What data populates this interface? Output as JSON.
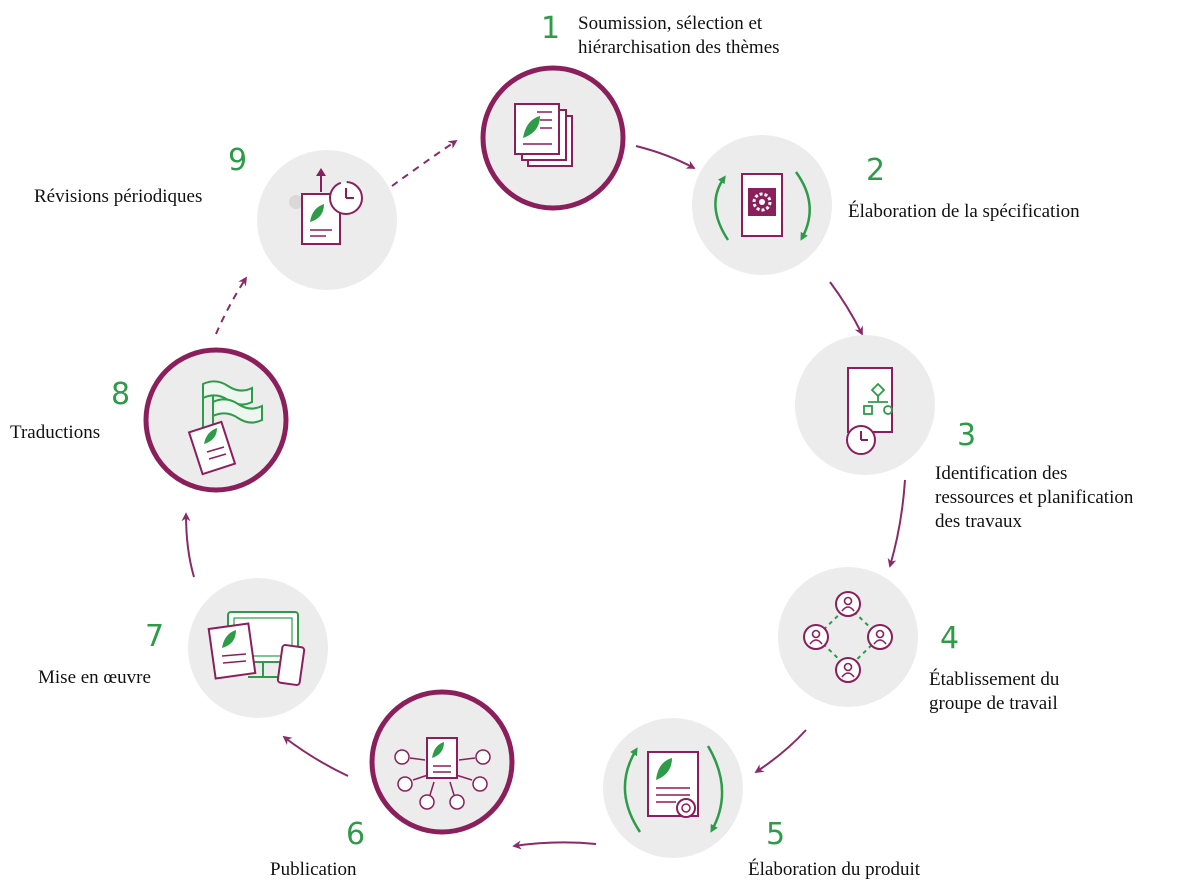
{
  "colors": {
    "accent": "#2e9b48",
    "brand": "#8a1f5c",
    "arrow": "#8a2a68",
    "circle_fill": "#ececec"
  },
  "steps": [
    {
      "number": "1",
      "label_lines": [
        "Soumission, sélection et",
        "hiérarchisation des thèmes"
      ],
      "icon": "stacked-documents-leaf-icon",
      "highlighted": true
    },
    {
      "number": "2",
      "label_lines": [
        "Élaboration de la spécification"
      ],
      "icon": "document-gear-cycle-icon",
      "highlighted": false
    },
    {
      "number": "3",
      "label_lines": [
        "Identification des",
        "ressources et planification",
        "des travaux"
      ],
      "icon": "document-flowchart-clock-icon",
      "highlighted": false
    },
    {
      "number": "4",
      "label_lines": [
        "Établissement du",
        "groupe de travail"
      ],
      "icon": "four-people-network-icon",
      "highlighted": false
    },
    {
      "number": "5",
      "label_lines": [
        "Élaboration du produit"
      ],
      "icon": "certificate-document-cycle-icon",
      "highlighted": false
    },
    {
      "number": "6",
      "label_lines": [
        "Publication"
      ],
      "icon": "document-distribution-people-icon",
      "highlighted": true
    },
    {
      "number": "7",
      "label_lines": [
        "Mise en œuvre"
      ],
      "icon": "document-monitor-phone-icon",
      "highlighted": false
    },
    {
      "number": "8",
      "label_lines": [
        "Traductions"
      ],
      "icon": "flags-document-icon",
      "highlighted": true
    },
    {
      "number": "9",
      "label_lines": [
        "Révisions périodiques"
      ],
      "icon": "document-clock-update-icon",
      "highlighted": false
    }
  ]
}
